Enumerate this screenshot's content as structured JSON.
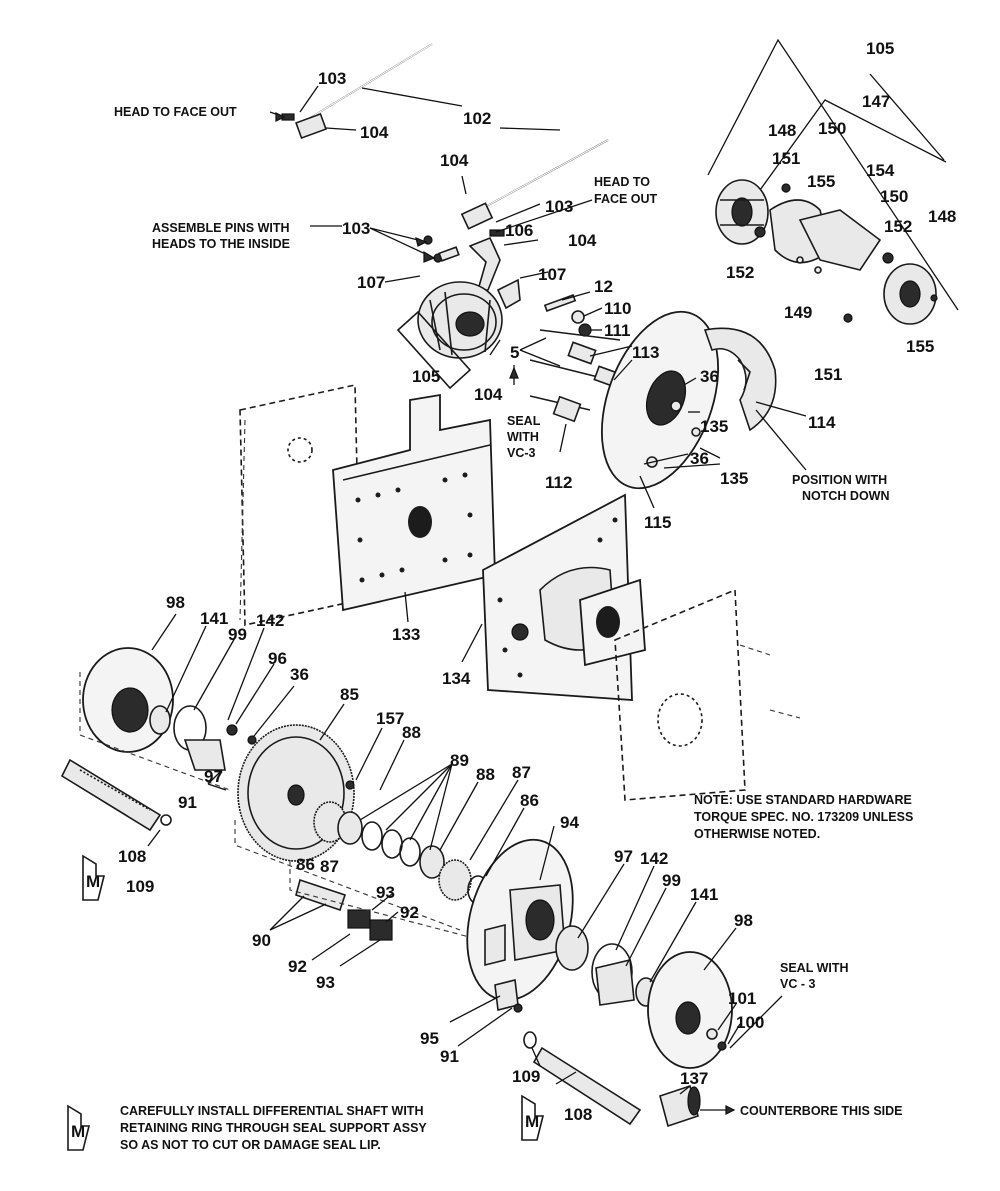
{
  "callouts": [
    {
      "id": "c103a",
      "text": "103"
    },
    {
      "id": "c102",
      "text": "102"
    },
    {
      "id": "c104a",
      "text": "104"
    },
    {
      "id": "c104b",
      "text": "104"
    },
    {
      "id": "c103b",
      "text": "103"
    },
    {
      "id": "c106",
      "text": "106"
    },
    {
      "id": "c104c",
      "text": "104"
    },
    {
      "id": "c103c",
      "text": "103"
    },
    {
      "id": "c107a",
      "text": "107"
    },
    {
      "id": "c107b",
      "text": "107"
    },
    {
      "id": "c12",
      "text": "12"
    },
    {
      "id": "c110",
      "text": "110"
    },
    {
      "id": "c111",
      "text": "111"
    },
    {
      "id": "c105a",
      "text": "105"
    },
    {
      "id": "c5",
      "text": "5"
    },
    {
      "id": "c113",
      "text": "113"
    },
    {
      "id": "c104d",
      "text": "104"
    },
    {
      "id": "c36a",
      "text": "36"
    },
    {
      "id": "c135a",
      "text": "135"
    },
    {
      "id": "c36b",
      "text": "36"
    },
    {
      "id": "c135b",
      "text": "135"
    },
    {
      "id": "c112",
      "text": "112"
    },
    {
      "id": "c115",
      "text": "115"
    },
    {
      "id": "c114",
      "text": "114"
    },
    {
      "id": "c105b",
      "text": "105"
    },
    {
      "id": "c147",
      "text": "147"
    },
    {
      "id": "c148a",
      "text": "148"
    },
    {
      "id": "c150a",
      "text": "150"
    },
    {
      "id": "c151a",
      "text": "151"
    },
    {
      "id": "c155a",
      "text": "155"
    },
    {
      "id": "c154",
      "text": "154"
    },
    {
      "id": "c150b",
      "text": "150"
    },
    {
      "id": "c152a",
      "text": "152"
    },
    {
      "id": "c148b",
      "text": "148"
    },
    {
      "id": "c152b",
      "text": "152"
    },
    {
      "id": "c149",
      "text": "149"
    },
    {
      "id": "c151b",
      "text": "151"
    },
    {
      "id": "c155b",
      "text": "155"
    },
    {
      "id": "c133",
      "text": "133"
    },
    {
      "id": "c134",
      "text": "134"
    },
    {
      "id": "c98a",
      "text": "98"
    },
    {
      "id": "c141a",
      "text": "141"
    },
    {
      "id": "c99a",
      "text": "99"
    },
    {
      "id": "c142a",
      "text": "142"
    },
    {
      "id": "c96",
      "text": "96"
    },
    {
      "id": "c36c",
      "text": "36"
    },
    {
      "id": "c85",
      "text": "85"
    },
    {
      "id": "c157",
      "text": "157"
    },
    {
      "id": "c88a",
      "text": "88"
    },
    {
      "id": "c89",
      "text": "89"
    },
    {
      "id": "c88b",
      "text": "88"
    },
    {
      "id": "c87a",
      "text": "87"
    },
    {
      "id": "c86a",
      "text": "86"
    },
    {
      "id": "c97a",
      "text": "97"
    },
    {
      "id": "c91a",
      "text": "91"
    },
    {
      "id": "c108a",
      "text": "108"
    },
    {
      "id": "c109a",
      "text": "109"
    },
    {
      "id": "c86b",
      "text": "86"
    },
    {
      "id": "c87b",
      "text": "87"
    },
    {
      "id": "c94",
      "text": "94"
    },
    {
      "id": "c93a",
      "text": "93"
    },
    {
      "id": "c92a",
      "text": "92"
    },
    {
      "id": "c90",
      "text": "90"
    },
    {
      "id": "c92b",
      "text": "92"
    },
    {
      "id": "c93b",
      "text": "93"
    },
    {
      "id": "c97b",
      "text": "97"
    },
    {
      "id": "c142b",
      "text": "142"
    },
    {
      "id": "c99b",
      "text": "99"
    },
    {
      "id": "c141b",
      "text": "141"
    },
    {
      "id": "c98b",
      "text": "98"
    },
    {
      "id": "c101",
      "text": "101"
    },
    {
      "id": "c100",
      "text": "100"
    },
    {
      "id": "c95",
      "text": "95"
    },
    {
      "id": "c91b",
      "text": "91"
    },
    {
      "id": "c109b",
      "text": "109"
    },
    {
      "id": "c108b",
      "text": "108"
    },
    {
      "id": "c137",
      "text": "137"
    }
  ],
  "notes": {
    "head_face_out_1": "HEAD TO  FACE OUT",
    "head_face_out_2a": "HEAD TO",
    "head_face_out_2b": "FACE OUT",
    "assemble_pins_a": "ASSEMBLE PINS WITH",
    "assemble_pins_b": "HEADS TO THE INSIDE",
    "seal_vc3_a": "SEAL",
    "seal_vc3_b": "WITH",
    "seal_vc3_c": "VC-3",
    "position_notch_a": "POSITION WITH",
    "position_notch_b": "NOTCH DOWN",
    "hardware_note_a": "NOTE: USE STANDARD HARDWARE",
    "hardware_note_b": "TORQUE SPEC. NO. 173209 UNLESS",
    "hardware_note_c": "OTHERWISE NOTED.",
    "seal_vc3_2a": "SEAL WITH",
    "seal_vc3_2b": "VC - 3",
    "counterbore": "COUNTERBORE THIS SIDE",
    "install_note_a": "CAREFULLY INSTALL DIFFERENTIAL SHAFT WITH",
    "install_note_b": "RETAINING RING THROUGH SEAL SUPPORT ASSY",
    "install_note_c": "SO AS NOT TO CUT OR DAMAGE SEAL LIP."
  },
  "symbols": {
    "m_marker": "M",
    "m_marker_icon": "arrow-m-icon"
  },
  "colors": {
    "ink": "#111111",
    "paper": "#ffffff"
  }
}
